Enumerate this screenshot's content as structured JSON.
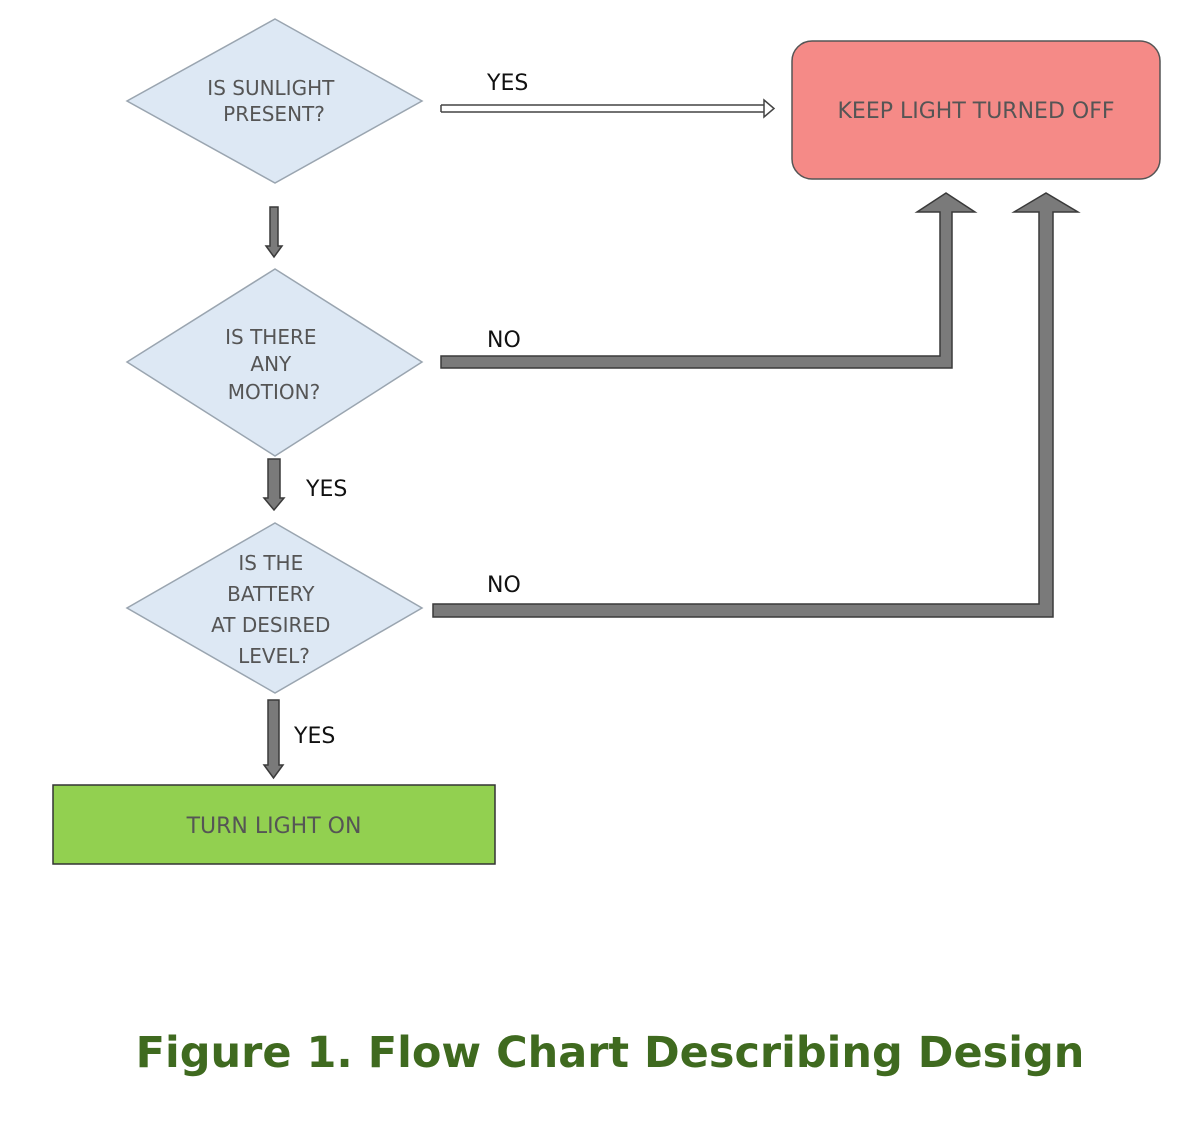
{
  "colors": {
    "decision_fill": "#dde8f4",
    "decision_stroke": "#9aa5b0",
    "off_fill": "#f58a87",
    "on_fill": "#92d050",
    "arrow_fill": "#7a7a7a",
    "caption": "#3f6a1f"
  },
  "nodes": {
    "sunlight": {
      "lines": [
        "IS SUNLIGHT",
        "PRESENT?"
      ]
    },
    "motion": {
      "lines": [
        "IS THERE",
        "ANY",
        "MOTION?"
      ]
    },
    "battery": {
      "lines": [
        "IS THE",
        "BATTERY",
        "AT DESIRED",
        "LEVEL?"
      ]
    },
    "keep_off": {
      "label": "KEEP LIGHT TURNED OFF"
    },
    "turn_on": {
      "label": "TURN LIGHT ON"
    }
  },
  "edges": {
    "sunlight_yes": "YES",
    "motion_no": "NO",
    "motion_yes": "YES",
    "battery_no": "NO",
    "battery_yes": "YES"
  },
  "caption": "Figure 1. Flow Chart Describing Design"
}
